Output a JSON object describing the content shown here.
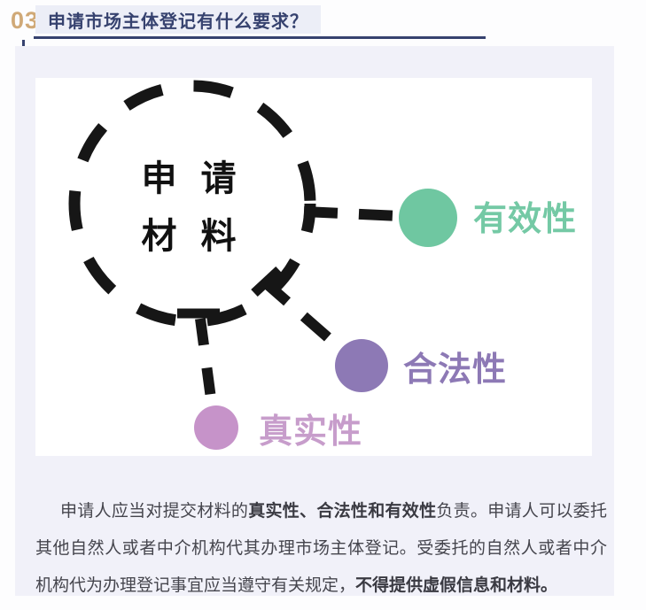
{
  "header": {
    "number": "03",
    "title": "申请市场主体登记有什么要求？"
  },
  "colors": {
    "accent_navy": "#36426f",
    "number_gold": "#d0a977",
    "card_background": "#f1f1f9",
    "title_highlight": "#eceef7",
    "dash_black": "#161616",
    "body_text": "#45454d"
  },
  "diagram": {
    "center": {
      "line1": "申 请",
      "line2": "材 料"
    },
    "nodes": [
      {
        "label": "有效性",
        "circle_color": "#6fc7a1",
        "label_color": "#74c9a5"
      },
      {
        "label": "合法性",
        "circle_color": "#8d79b5",
        "label_color": "#8d79b5"
      },
      {
        "label": "真实性",
        "circle_color": "#c693c9",
        "label_color": "#c79dcb"
      }
    ]
  },
  "paragraph": {
    "segments": [
      {
        "text": "申请人应当对提交材料的"
      },
      {
        "text": "真实性、合法性和有效性"
      },
      {
        "text": "负责。申请人可以委托其他自然人或者中介机构代其办理市场主体登记。受委托的自然人或者中介机构代为办理登记事宜应当遵守有关规定，"
      },
      {
        "text": "不得提供虚假信息和材料。"
      }
    ]
  }
}
